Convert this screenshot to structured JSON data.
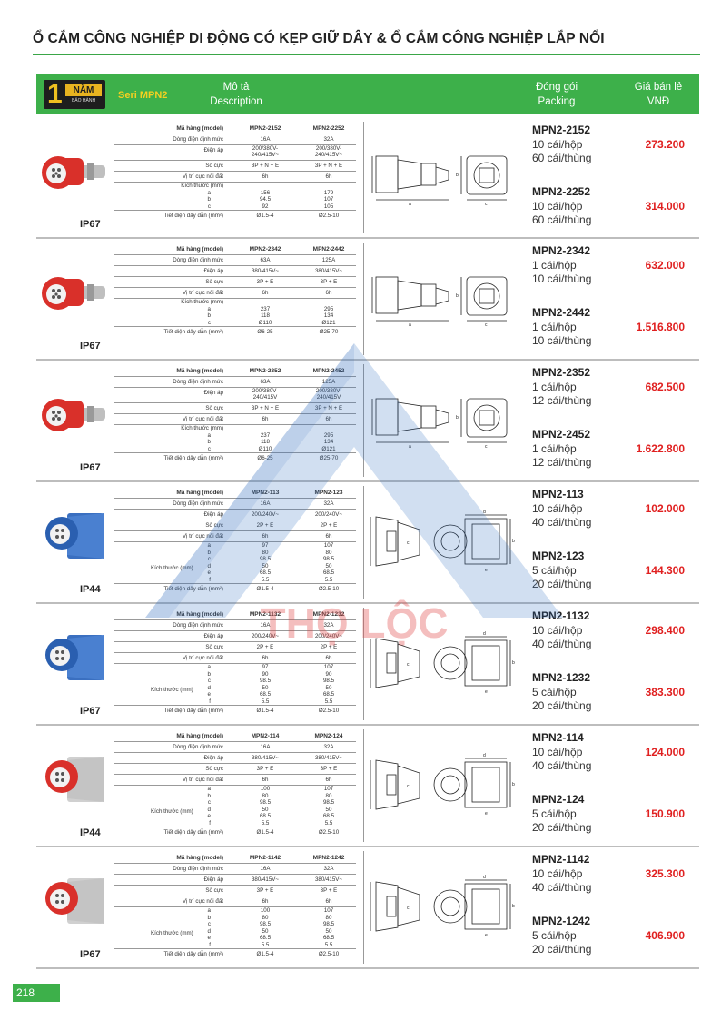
{
  "title": "Ổ CẮM CÔNG NGHIỆP DI ĐỘNG CÓ KẸP GIỮ DÂY & Ổ CẮM CÔNG NGHIỆP LẮP NỔI",
  "header": {
    "warranty_num": "1",
    "warranty_word": "NĂM",
    "warranty_sub": "BẢO HÀNH",
    "series": "Seri MPN2",
    "desc_vi": "Mô tả",
    "desc_en": "Description",
    "pack_vi": "Đóng gói",
    "pack_en": "Packing",
    "price_vi": "Giá bán lẻ",
    "price_en": "VNĐ"
  },
  "labels": {
    "model": "Mã hàng (model)",
    "current": "Dòng điện định mức",
    "voltage": "Điện áp",
    "poles": "Số cực",
    "earth": "Vị trí cực nối đất",
    "dims": "Kích thước (mm)",
    "section": "Tiết diện dây dẫn (mm²)"
  },
  "rows": [
    {
      "ip": "IP67",
      "models": [
        "MPN2-2152",
        "MPN2-2252"
      ],
      "current": [
        "16A",
        "32A"
      ],
      "voltage": [
        "200/380V-\n240/415V~",
        "200/380V-\n240/415V~"
      ],
      "poles": [
        "3P + N + E",
        "3P + N + E"
      ],
      "earth": [
        "6h",
        "6h"
      ],
      "dims": [
        [
          "a",
          "156",
          "179"
        ],
        [
          "b",
          "94.5",
          "107"
        ],
        [
          "c",
          "92",
          "105"
        ]
      ],
      "section": [
        "Ø1.5-4",
        "Ø2.5-10"
      ],
      "packs": [
        {
          "model": "MPN2-2152",
          "l1": "10 cái/hộp",
          "l2": "60 cái/thùng",
          "price": "273.200"
        },
        {
          "model": "MPN2-2252",
          "l1": "10 cái/hộp",
          "l2": "60 cái/thùng",
          "price": "314.000"
        }
      ]
    },
    {
      "ip": "IP67",
      "models": [
        "MPN2-2342",
        "MPN2-2442"
      ],
      "current": [
        "63A",
        "125A"
      ],
      "voltage": [
        "380/415V~",
        "380/415V~"
      ],
      "poles": [
        "3P + E",
        "3P + E"
      ],
      "earth": [
        "6h",
        "6h"
      ],
      "dims": [
        [
          "a",
          "237",
          "295"
        ],
        [
          "b",
          "118",
          "134"
        ],
        [
          "c",
          "Ø110",
          "Ø121"
        ]
      ],
      "section": [
        "Ø6-25",
        "Ø25-70"
      ],
      "packs": [
        {
          "model": "MPN2-2342",
          "l1": "1 cái/hộp",
          "l2": "10 cái/thùng",
          "price": "632.000"
        },
        {
          "model": "MPN2-2442",
          "l1": "1 cái/hộp",
          "l2": "10 cái/thùng",
          "price": "1.516.800"
        }
      ]
    },
    {
      "ip": "IP67",
      "models": [
        "MPN2-2352",
        "MPN2-2452"
      ],
      "current": [
        "63A",
        "125A"
      ],
      "voltage": [
        "200/380V-\n240/415V",
        "200/380V-\n240/415V"
      ],
      "poles": [
        "3P + N + E",
        "3P + N + E"
      ],
      "earth": [
        "6h",
        "6h"
      ],
      "dims": [
        [
          "a",
          "237",
          "295"
        ],
        [
          "b",
          "118",
          "134"
        ],
        [
          "c",
          "Ø110",
          "Ø121"
        ]
      ],
      "section": [
        "Ø6-25",
        "Ø25-70"
      ],
      "packs": [
        {
          "model": "MPN2-2352",
          "l1": "1 cái/hộp",
          "l2": "12 cái/thùng",
          "price": "682.500"
        },
        {
          "model": "MPN2-2452",
          "l1": "1 cái/hộp",
          "l2": "12 cái/thùng",
          "price": "1.622.800"
        }
      ]
    },
    {
      "ip": "IP44",
      "models": [
        "MPN2-113",
        "MPN2-123"
      ],
      "current": [
        "16A",
        "32A"
      ],
      "voltage": [
        "200/240V~",
        "200/240V~"
      ],
      "poles": [
        "2P + E",
        "2P + E"
      ],
      "earth": [
        "6h",
        "6h"
      ],
      "dims": [
        [
          "a",
          "97",
          "107"
        ],
        [
          "b",
          "80",
          "80"
        ],
        [
          "c",
          "98.5",
          "98.5"
        ],
        [
          "d",
          "50",
          "50"
        ],
        [
          "e",
          "68.5",
          "68.5"
        ],
        [
          "f",
          "5.5",
          "5.5"
        ]
      ],
      "section": [
        "Ø1.5-4",
        "Ø2.5-10"
      ],
      "packs": [
        {
          "model": "MPN2-113",
          "l1": "10 cái/hộp",
          "l2": "40 cái/thùng",
          "price": "102.000"
        },
        {
          "model": "MPN2-123",
          "l1": "5 cái/hộp",
          "l2": "20 cái/thùng",
          "price": "144.300"
        }
      ]
    },
    {
      "ip": "IP67",
      "models": [
        "MPN2-1132",
        "MPN2-1232"
      ],
      "current": [
        "16A",
        "32A"
      ],
      "voltage": [
        "200/240V~",
        "200/240V~"
      ],
      "poles": [
        "2P + E",
        "2P + E"
      ],
      "earth": [
        "6h",
        "6h"
      ],
      "dims": [
        [
          "a",
          "97",
          "107"
        ],
        [
          "b",
          "90",
          "90"
        ],
        [
          "c",
          "98.5",
          "98.5"
        ],
        [
          "d",
          "50",
          "50"
        ],
        [
          "e",
          "68.5",
          "68.5"
        ],
        [
          "f",
          "5.5",
          "5.5"
        ]
      ],
      "section": [
        "Ø1.5-4",
        "Ø2.5-10"
      ],
      "packs": [
        {
          "model": "MPN2-1132",
          "l1": "10 cái/hộp",
          "l2": "40 cái/thùng",
          "price": "298.400"
        },
        {
          "model": "MPN2-1232",
          "l1": "5 cái/hộp",
          "l2": "20 cái/thùng",
          "price": "383.300"
        }
      ]
    },
    {
      "ip": "IP44",
      "models": [
        "MPN2-114",
        "MPN2-124"
      ],
      "current": [
        "16A",
        "32A"
      ],
      "voltage": [
        "380/415V~",
        "380/415V~"
      ],
      "poles": [
        "3P + E",
        "3P + E"
      ],
      "earth": [
        "6h",
        "6h"
      ],
      "dims": [
        [
          "a",
          "100",
          "107"
        ],
        [
          "b",
          "80",
          "80"
        ],
        [
          "c",
          "98.5",
          "98.5"
        ],
        [
          "d",
          "50",
          "50"
        ],
        [
          "e",
          "68.5",
          "68.5"
        ],
        [
          "f",
          "5.5",
          "5.5"
        ]
      ],
      "section": [
        "Ø1.5-4",
        "Ø2.5-10"
      ],
      "packs": [
        {
          "model": "MPN2-114",
          "l1": "10 cái/hộp",
          "l2": "40 cái/thùng",
          "price": "124.000"
        },
        {
          "model": "MPN2-124",
          "l1": "5 cái/hộp",
          "l2": "20 cái/thùng",
          "price": "150.900"
        }
      ]
    },
    {
      "ip": "IP67",
      "models": [
        "MPN2-1142",
        "MPN2-1242"
      ],
      "current": [
        "16A",
        "32A"
      ],
      "voltage": [
        "380/415V~",
        "380/415V~"
      ],
      "poles": [
        "3P + E",
        "3P + E"
      ],
      "earth": [
        "6h",
        "6h"
      ],
      "dims": [
        [
          "a",
          "100",
          "107"
        ],
        [
          "b",
          "80",
          "80"
        ],
        [
          "c",
          "98.5",
          "98.5"
        ],
        [
          "d",
          "50",
          "50"
        ],
        [
          "e",
          "68.5",
          "68.5"
        ],
        [
          "f",
          "5.5",
          "5.5"
        ]
      ],
      "section": [
        "Ø1.5-4",
        "Ø2.5-10"
      ],
      "packs": [
        {
          "model": "MPN2-1142",
          "l1": "10 cái/hộp",
          "l2": "40 cái/thùng",
          "price": "325.300"
        },
        {
          "model": "MPN2-1242",
          "l1": "5 cái/hộp",
          "l2": "20 cái/thùng",
          "price": "406.900"
        }
      ]
    }
  ],
  "watermark": "THỌ LỘC",
  "page_number": "218",
  "colors": {
    "green": "#3db04a",
    "price_red": "#e02020",
    "socket_red": "#d9302a",
    "socket_blue": "#2a5fb0",
    "watermark_blue": "#2f6fc0",
    "watermark_red": "#e04848"
  }
}
